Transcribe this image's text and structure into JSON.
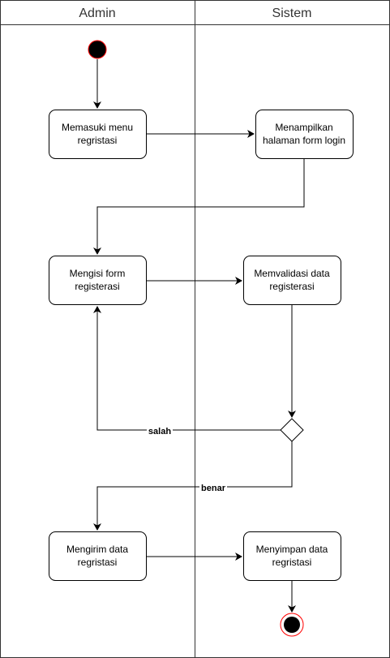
{
  "lanes": [
    {
      "title": "Admin"
    },
    {
      "title": "Sistem"
    }
  ],
  "nodes": {
    "memasuki_menu": [
      "Memasuki menu",
      "regristasi"
    ],
    "menampilkan_halaman": [
      "Menampilkan",
      "halaman form login"
    ],
    "mengisi_form": [
      "Mengisi form",
      "registerasi"
    ],
    "memvalidasi_data": [
      "Memvalidasi data",
      "registerasi"
    ],
    "mengirim_data": [
      "Mengirim data",
      "regristasi"
    ],
    "menyimpan_data": [
      "Menyimpan data",
      "regristasi"
    ]
  },
  "edge_labels": {
    "salah": "salah",
    "benar": "benar"
  },
  "colors": {
    "line": "#000000",
    "lane_border": "#333333",
    "start_fill": "#000000",
    "start_outline": "#ff0000",
    "end_ring": "#ff0000"
  }
}
